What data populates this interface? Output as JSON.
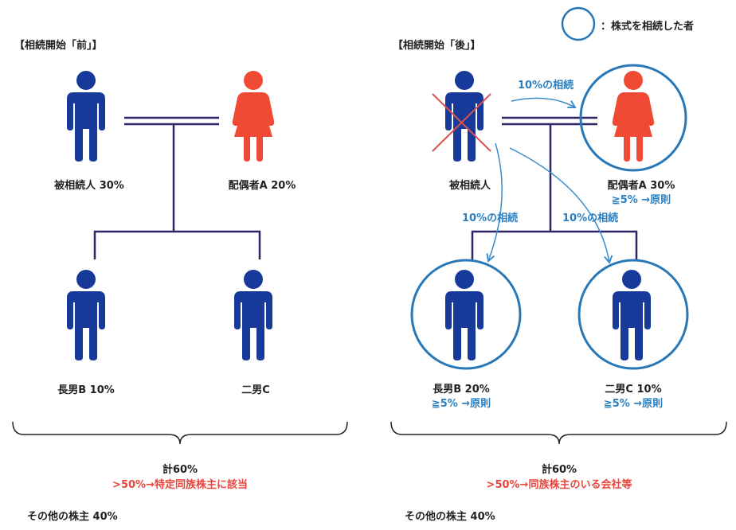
{
  "legend": {
    "label": "：株式を相続した者"
  },
  "before": {
    "header": "【相続開始「前」】",
    "decedent": "被相続人 30%",
    "spouse": "配偶者A 20%",
    "son_b": "長男B 10%",
    "son_c": "二男C",
    "total": "計60%",
    "note": ">50%→特定同族株主に該当",
    "others": "その他の株主 40%"
  },
  "after": {
    "header": "【相続開始「後」】",
    "decedent": "被相続人",
    "spouse": "配偶者A 30%",
    "spouse_rule": "≧5% →原則",
    "son_b": "長男B 20%",
    "son_b_rule": "≧5% →原則",
    "son_c": "二男C 10%",
    "son_c_rule": "≧5% →原則",
    "arrow_spouse": "10%の相続",
    "arrow_son_b": "10%の相続",
    "arrow_son_c": "10%の相続",
    "total": "計60%",
    "note": ">50%→同族株主のいる会社等",
    "others": "その他の株主 40%"
  },
  "colors": {
    "male": "#17399a",
    "female": "#f04a35",
    "line": "#2e2466",
    "circle": "#2878b8",
    "arrow": "#3a8cc9",
    "cross": "#d9534f",
    "note": "#e8453c"
  }
}
